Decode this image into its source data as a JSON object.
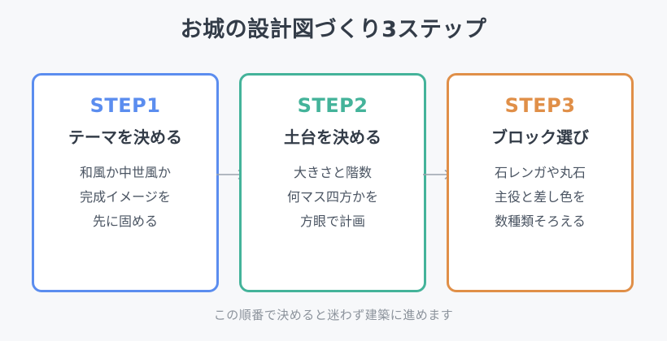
{
  "title": "お城の設計図づくり3ステップ",
  "colors": {
    "step1": "#5b8def",
    "step2": "#44b39a",
    "step3": "#e08f48",
    "arrow": "#9aa3ad"
  },
  "steps": [
    {
      "label": "STEP1",
      "title": "テーマを決める",
      "lines": [
        "和風か中世風か",
        "完成イメージを",
        "先に固める"
      ]
    },
    {
      "label": "STEP2",
      "title": "土台を決める",
      "lines": [
        "大きさと階数",
        "何マス四方かを",
        "方眼で計画"
      ]
    },
    {
      "label": "STEP3",
      "title": "ブロック選び",
      "lines": [
        "石レンガや丸石",
        "主役と差し色を",
        "数種類そろえる"
      ]
    }
  ],
  "footer": "この順番で決めると迷わず建築に進めます"
}
